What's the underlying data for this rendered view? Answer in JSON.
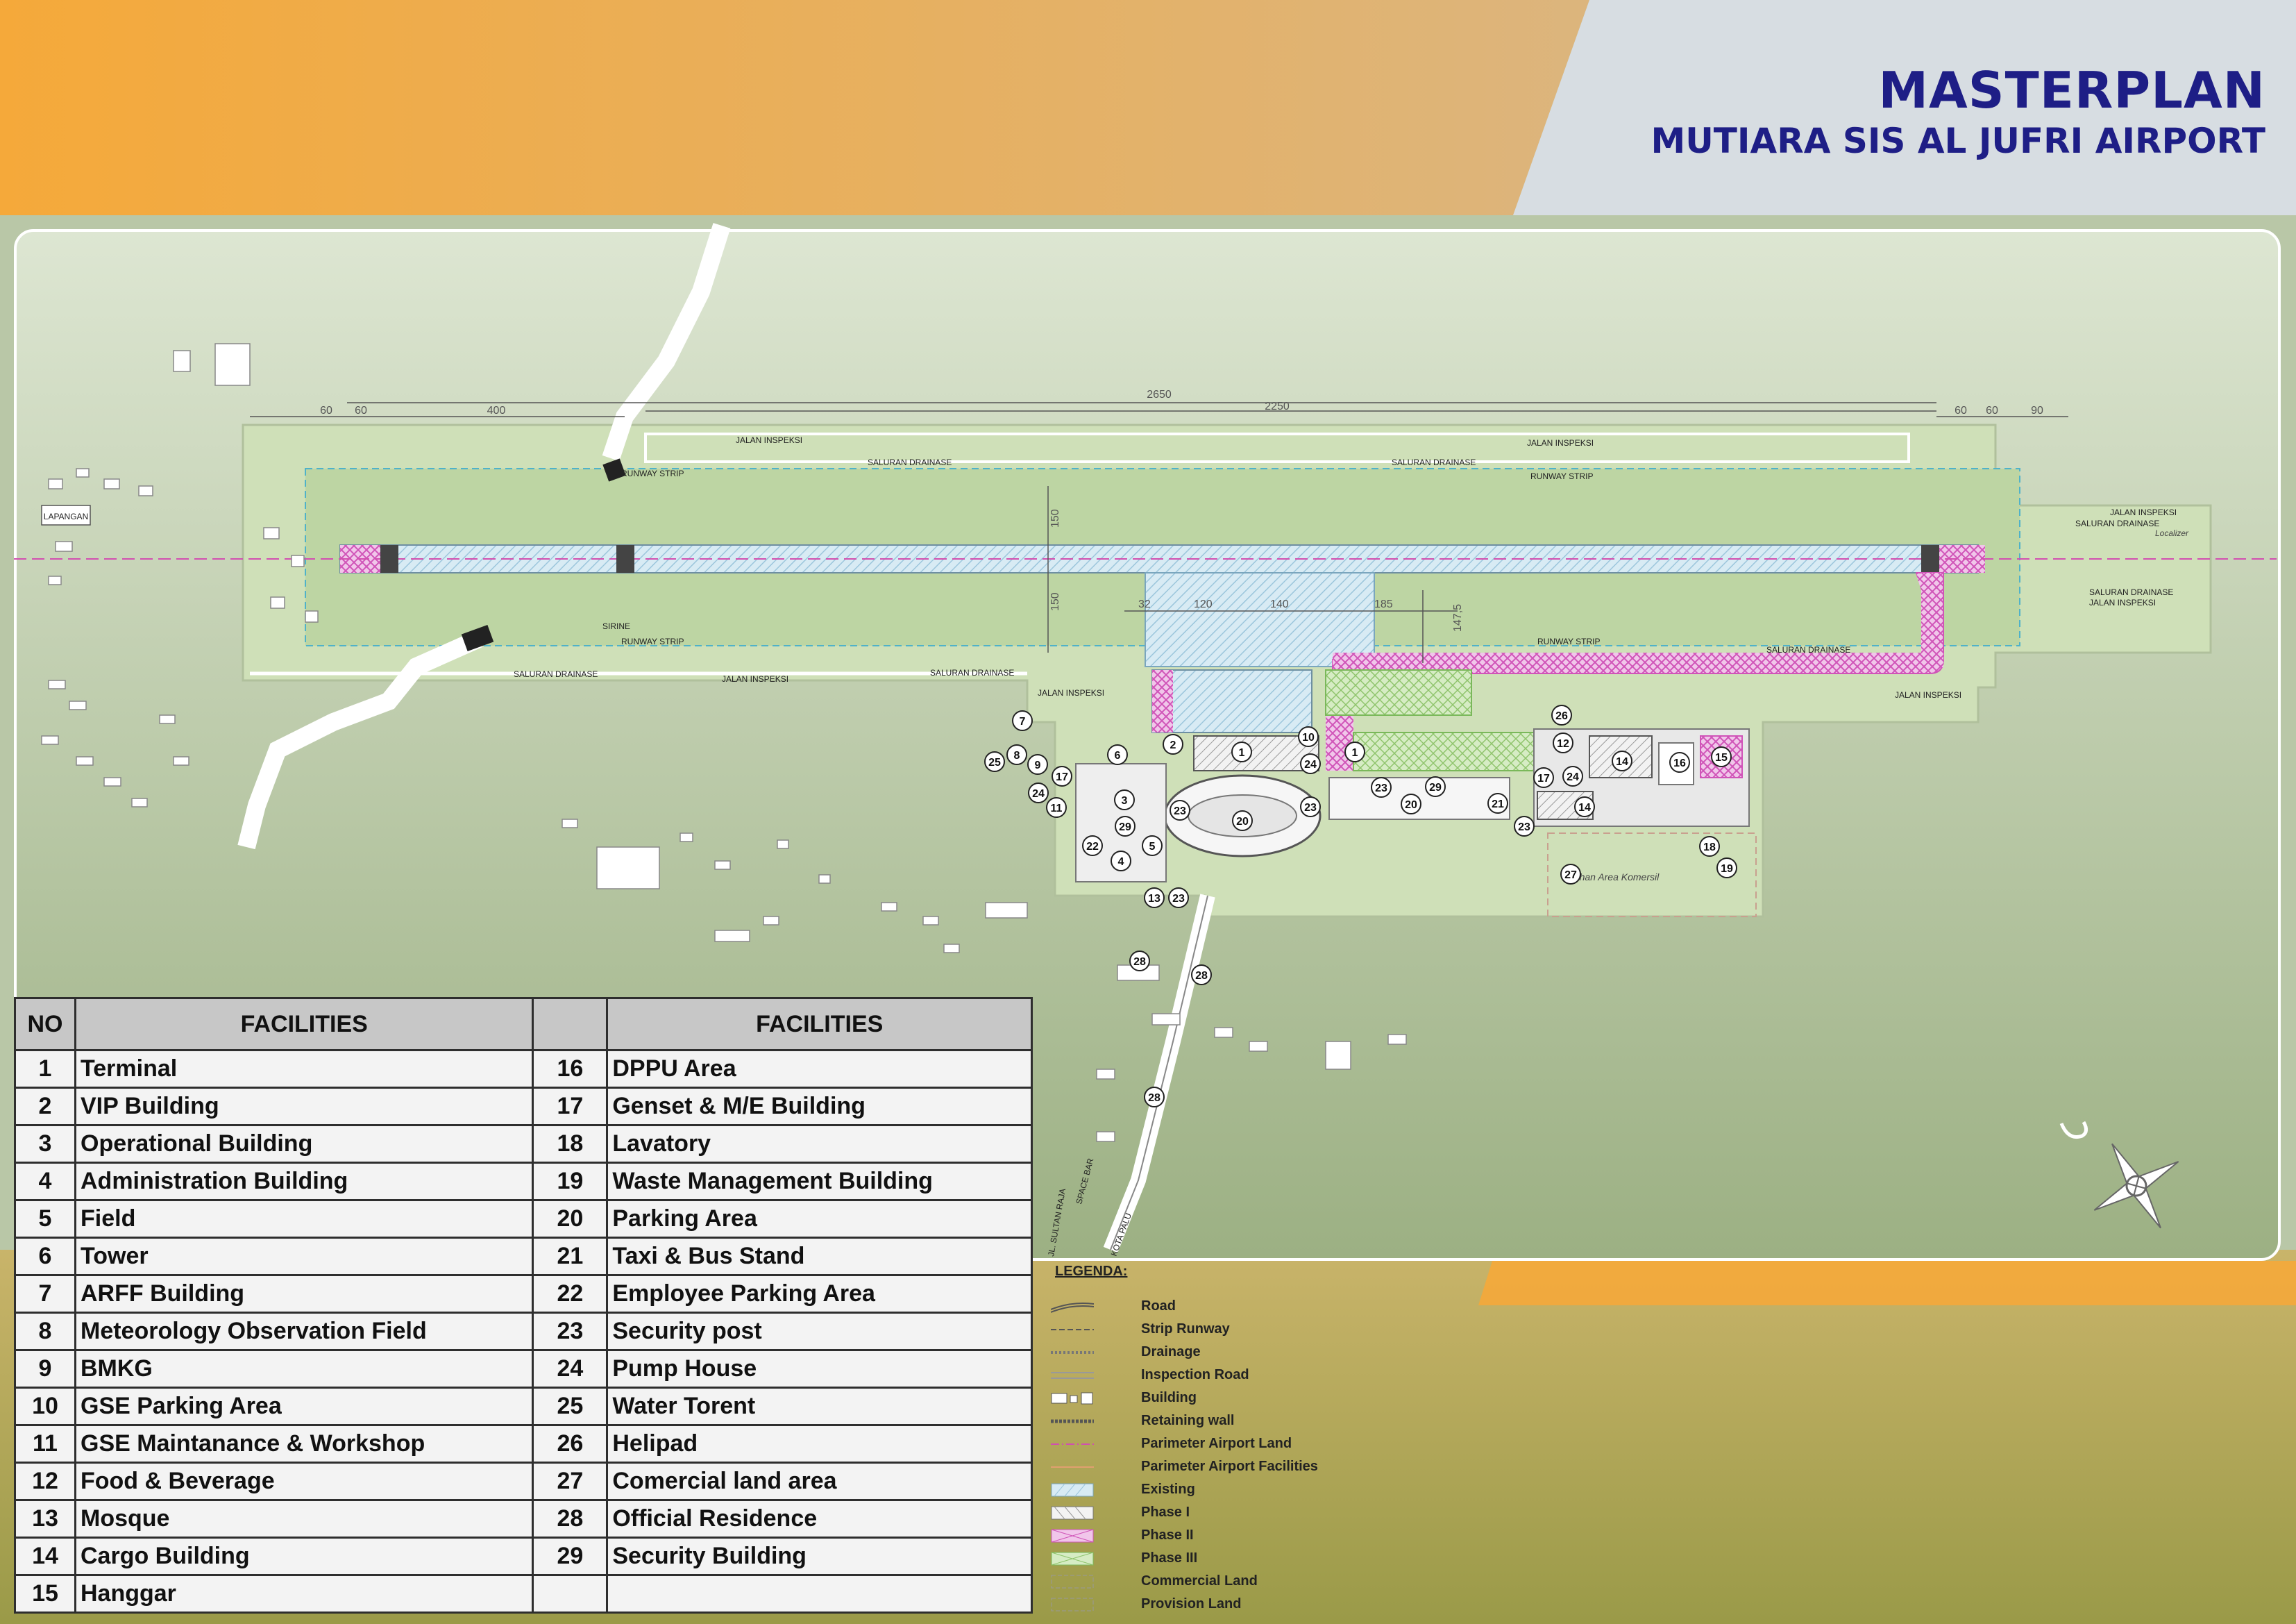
{
  "header": {
    "title": "MASTERPLAN",
    "subtitle": "MUTIARA SIS AL JUFRI AIRPORT"
  },
  "colors": {
    "orange": "#f4a93c",
    "navy": "#1e1e86",
    "grass": "#b8c8a0",
    "runway": "#d6e7ef",
    "phase2": "#e3a5d9",
    "phase3": "#bfe0a8"
  },
  "map_labels": {
    "jalan_inspeksi": "JALAN INSPEKSI",
    "saluran_drainase": "SALURAN DRAINASE",
    "runway_strip": "RUNWAY STRIP",
    "sirine": "SIRINE",
    "lapangan": "LAPANGAN",
    "komersil": "Lahan Area Komersil",
    "localizer": "Localizer",
    "dim_2650": "2650",
    "dim_2250": "2250",
    "dim_400": "400",
    "dim_60a": "60",
    "dim_60b": "60",
    "dim_60c": "60",
    "dim_60d": "60",
    "dim_90": "90",
    "dim_150a": "150",
    "dim_150b": "150",
    "dim_32": "32",
    "dim_120": "120",
    "dim_140": "140",
    "dim_185": "185",
    "dim_1475": "147,5",
    "road_sulfar": "JL. SULTAN RAJA",
    "road_kota_palu": "KOTA PALU",
    "road_space": "SPACE BAR"
  },
  "facilities_header": "FACILITIES",
  "no_header": "NO",
  "facilities_left": [
    {
      "no": "1",
      "name": "Terminal"
    },
    {
      "no": "2",
      "name": "VIP Building"
    },
    {
      "no": "3",
      "name": "Operational Building"
    },
    {
      "no": "4",
      "name": "Administration Building"
    },
    {
      "no": "5",
      "name": "Field"
    },
    {
      "no": "6",
      "name": "Tower"
    },
    {
      "no": "7",
      "name": "ARFF Building"
    },
    {
      "no": "8",
      "name": "Meteorology Observation Field"
    },
    {
      "no": "9",
      "name": "BMKG"
    },
    {
      "no": "10",
      "name": "GSE Parking Area"
    },
    {
      "no": "11",
      "name": "GSE Maintanance & Workshop"
    },
    {
      "no": "12",
      "name": "Food & Beverage"
    },
    {
      "no": "13",
      "name": "Mosque"
    },
    {
      "no": "14",
      "name": "Cargo Building"
    },
    {
      "no": "15",
      "name": "Hanggar"
    }
  ],
  "facilities_right": [
    {
      "no": "16",
      "name": "DPPU Area"
    },
    {
      "no": "17",
      "name": "Genset & M/E Building"
    },
    {
      "no": "18",
      "name": "Lavatory"
    },
    {
      "no": "19",
      "name": "Waste Management Building"
    },
    {
      "no": "20",
      "name": "Parking Area"
    },
    {
      "no": "21",
      "name": "Taxi & Bus Stand"
    },
    {
      "no": "22",
      "name": "Employee Parking Area"
    },
    {
      "no": "23",
      "name": "Security post"
    },
    {
      "no": "24",
      "name": "Pump House"
    },
    {
      "no": "25",
      "name": "Water Torent"
    },
    {
      "no": "26",
      "name": "Helipad"
    },
    {
      "no": "27",
      "name": "Comercial land area"
    },
    {
      "no": "28",
      "name": "Official Residence"
    },
    {
      "no": "29",
      "name": "Security Building"
    },
    {
      "no": "",
      "name": ""
    }
  ],
  "legend": {
    "title": "LEGENDA:",
    "items": [
      {
        "label": "Road",
        "symbol": "road"
      },
      {
        "label": "Strip Runway",
        "symbol": "dash"
      },
      {
        "label": "Drainage",
        "symbol": "dots"
      },
      {
        "label": "Inspection Road",
        "symbol": "line"
      },
      {
        "label": "Building",
        "symbol": "boxes"
      },
      {
        "label": "Retaining wall",
        "symbol": "wall"
      },
      {
        "label": "Parimeter Airport Land",
        "symbol": "pink-line"
      },
      {
        "label": "Parimeter Airport Facilities",
        "symbol": "orange-line"
      },
      {
        "label": "Existing",
        "symbol": "existing"
      },
      {
        "label": "Phase I",
        "symbol": "phase1"
      },
      {
        "label": "Phase II",
        "symbol": "phase2"
      },
      {
        "label": "Phase III",
        "symbol": "phase3"
      },
      {
        "label": "Commercial Land",
        "symbol": "dashed-box"
      },
      {
        "label": "Provision Land",
        "symbol": "dashed-box"
      }
    ]
  },
  "callouts": [
    "1",
    "2",
    "3",
    "4",
    "5",
    "6",
    "7",
    "8",
    "9",
    "10",
    "11",
    "12",
    "13",
    "14",
    "15",
    "16",
    "17",
    "18",
    "19",
    "20",
    "21",
    "22",
    "23",
    "24",
    "25",
    "26",
    "27",
    "28",
    "29"
  ]
}
